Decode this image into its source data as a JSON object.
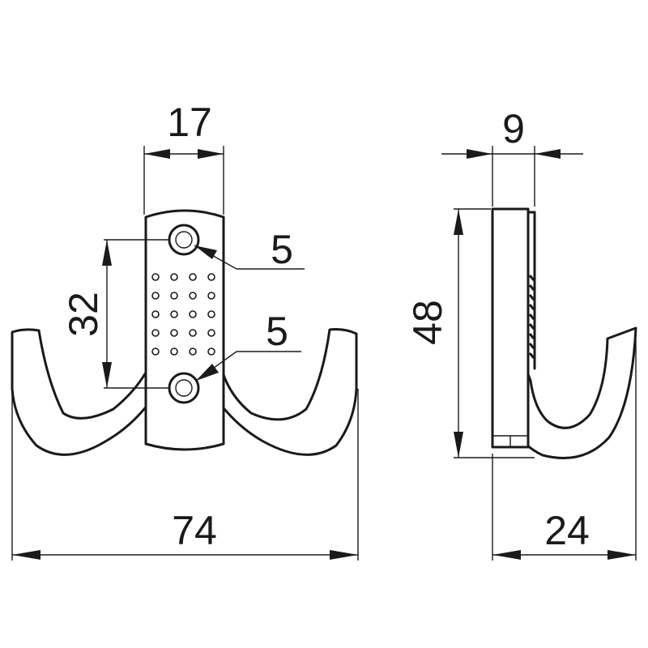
{
  "dimensions": {
    "plate_width": "17",
    "plate_hole_diameter_top": "5",
    "plate_hole_diameter_bottom": "5",
    "hole_spacing": "32",
    "overall_width": "74",
    "side_depth": "9",
    "side_height": "48",
    "side_projection": "24"
  },
  "colors": {
    "line": "#1a1a1a",
    "background": "#ffffff"
  }
}
